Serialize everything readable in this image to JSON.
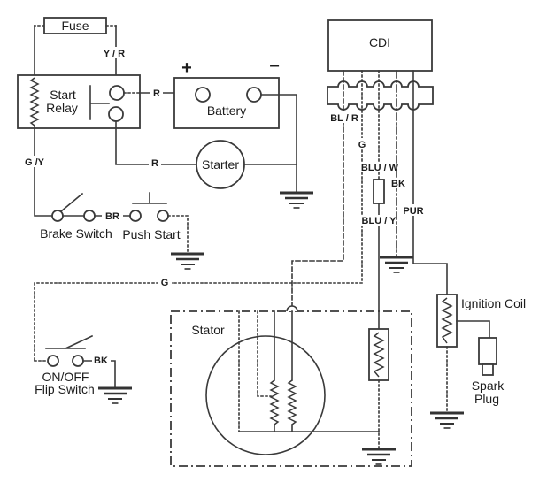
{
  "diagram": {
    "components": {
      "fuse": "Fuse",
      "start_relay_l1": "Start",
      "start_relay_l2": "Relay",
      "battery": "Battery",
      "battery_plus": "+",
      "battery_minus": "−",
      "starter": "Starter",
      "cdi": "CDI",
      "stator": "Stator",
      "ignition_coil": "Ignition Coil",
      "spark_plug_l1": "Spark",
      "spark_plug_l2": "Plug",
      "brake_switch": "Brake Switch",
      "push_start": "Push Start",
      "flip_switch_l1": "ON/OFF",
      "flip_switch_l2": "Flip Switch"
    },
    "wire_labels": {
      "y_r": "Y / R",
      "r_to_battery": "R",
      "r_to_starter": "R",
      "g_y": "G /Y",
      "br": "BR",
      "bl_r": "BL / R",
      "g_cdi": "G",
      "g_run": "G",
      "blu_w": "BLU / W",
      "bk_cdi": "BK",
      "pur": "PUR",
      "blu_y": "BLU / Y",
      "bk_switch": "BK"
    },
    "colors": {
      "line": "#3a3a3a",
      "text": "#1c1c1c",
      "background": "#ffffff"
    }
  }
}
